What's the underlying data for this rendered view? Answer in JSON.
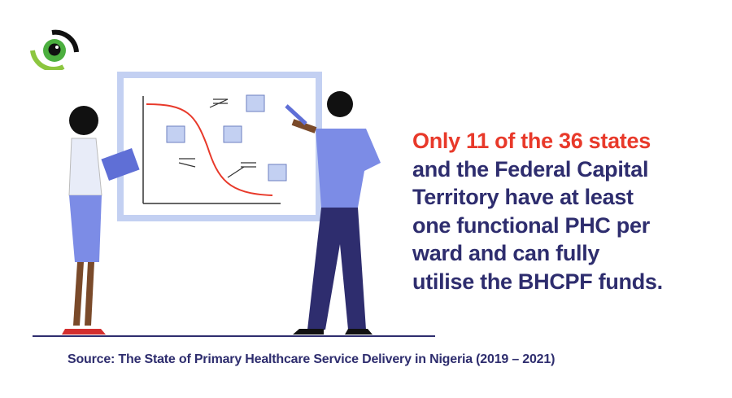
{
  "headline": {
    "highlight": "Only 11 of the 36 states",
    "lines": [
      "and the Federal Capital",
      "Territory have at least",
      "one functional PHC per",
      "ward and can fully",
      "utilise the BHCPF funds."
    ]
  },
  "source": "Source: The State of Primary Healthcare Service Delivery in Nigeria (2019 – 2021)",
  "colors": {
    "accent_red": "#e8392a",
    "navy": "#2e2d6e",
    "board": "#c3d0f2",
    "green": "#4caf3f"
  }
}
